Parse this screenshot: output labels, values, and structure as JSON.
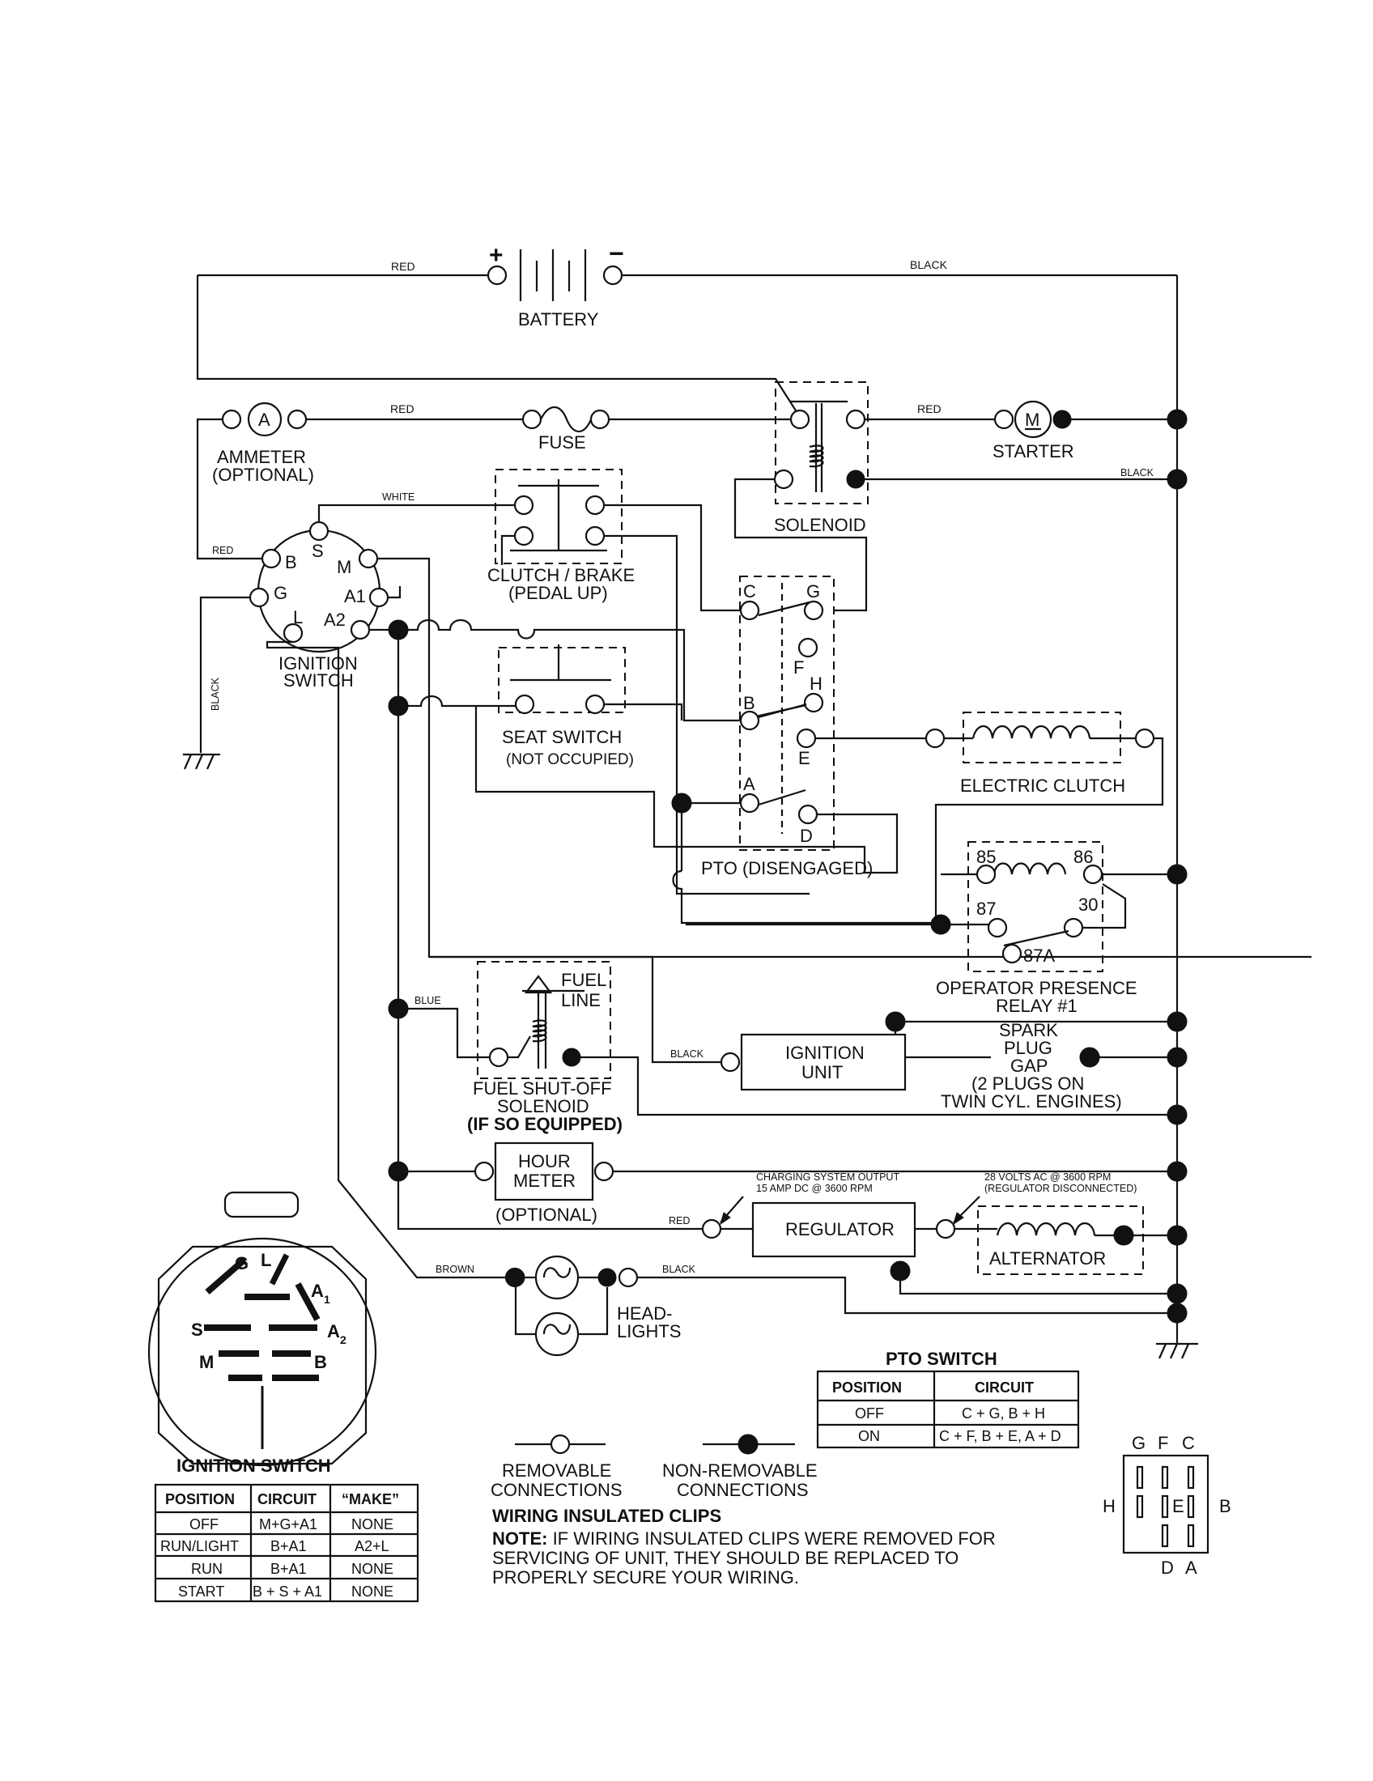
{
  "wire_colors": {
    "red_top": "RED",
    "black_top": "BLACK",
    "red_fuse": "RED",
    "red_starter": "RED",
    "black_solenoid": "BLACK",
    "white": "WHITE",
    "red_ign": "RED",
    "black_ground": "BLACK",
    "blue": "BLUE",
    "black_ign_unit": "BLACK",
    "red_reg": "RED",
    "brown": "BROWN",
    "black_lights": "BLACK"
  },
  "components": {
    "battery": "BATTERY",
    "battery_plus": "+",
    "battery_minus": "−",
    "ammeter": [
      "AMMETER",
      "(OPTIONAL)"
    ],
    "ammeter_symbol": "A",
    "fuse": "FUSE",
    "solenoid": "SOLENOID",
    "starter": "STARTER",
    "starter_symbol": "M",
    "clutch_brake": [
      "CLUTCH / BRAKE",
      "(PEDAL UP)"
    ],
    "ignition_switch": [
      "IGNITION",
      "SWITCH"
    ],
    "ign_terminals": {
      "B": "B",
      "S": "S",
      "M": "M",
      "G": "G",
      "A1": "A1",
      "L": "L",
      "A2": "A2"
    },
    "seat_switch": [
      "SEAT SWITCH",
      "(NOT OCCUPIED)"
    ],
    "pto_terminals": {
      "C": "C",
      "G": "G",
      "F": "F",
      "H": "H",
      "B": "B",
      "E": "E",
      "A": "A",
      "D": "D"
    },
    "pto_label": "PTO (DISENGAGED)",
    "electric_clutch": "ELECTRIC CLUTCH",
    "relay_terminals": {
      "t85": "85",
      "t86": "86",
      "t87": "87",
      "t30": "30",
      "t87a": "87A"
    },
    "relay": [
      "OPERATOR PRESENCE",
      "RELAY #1"
    ],
    "fuel_line": [
      "FUEL",
      "LINE"
    ],
    "fuel_solenoid": [
      "FUEL SHUT-OFF",
      "SOLENOID",
      "(IF SO EQUIPPED)"
    ],
    "ignition_unit": [
      "IGNITION",
      "UNIT"
    ],
    "spark_plug": [
      "SPARK",
      "PLUG",
      "GAP",
      "(2 PLUGS ON",
      "TWIN CYL. ENGINES)"
    ],
    "hour_meter": [
      "HOUR",
      "METER"
    ],
    "hour_meter_optional": "(OPTIONAL)",
    "charging_output": [
      "CHARGING SYSTEM OUTPUT",
      "15 AMP DC @ 3600 RPM"
    ],
    "ac_output": [
      "28 VOLTS AC @ 3600 RPM",
      "(REGULATOR DISCONNECTED)"
    ],
    "regulator": "REGULATOR",
    "alternator": "ALTERNATOR",
    "headlights": [
      "HEAD-",
      "LIGHTS"
    ]
  },
  "ign_switch_face": {
    "G": "G",
    "L": "L",
    "A1": "A",
    "A1_sub": "1",
    "S": "S",
    "A2": "A",
    "A2_sub": "2",
    "M": "M",
    "B": "B"
  },
  "ignition_table": {
    "title": "IGNITION SWITCH",
    "headers": [
      "POSITION",
      "CIRCUIT",
      "“MAKE”"
    ],
    "rows": [
      [
        "OFF",
        "M+G+A1",
        "NONE"
      ],
      [
        "RUN/LIGHT",
        "B+A1",
        "A2+L"
      ],
      [
        "RUN",
        "B+A1",
        "NONE"
      ],
      [
        "START",
        "B + S + A1",
        "NONE"
      ]
    ]
  },
  "pto_table": {
    "title": "PTO SWITCH",
    "headers": [
      "POSITION",
      "CIRCUIT"
    ],
    "rows": [
      [
        "OFF",
        "C + G, B + H"
      ],
      [
        "ON",
        "C + F, B + E, A + D"
      ]
    ]
  },
  "pto_face": {
    "top": [
      "G",
      "F",
      "C"
    ],
    "left": "H",
    "mid": "E",
    "right": "B",
    "bottom": [
      "D",
      "A"
    ]
  },
  "legend": {
    "removable": [
      "REMOVABLE",
      "CONNECTIONS"
    ],
    "non_removable": [
      "NON-REMOVABLE",
      "CONNECTIONS"
    ]
  },
  "clips_title": "WIRING INSULATED CLIPS",
  "note_label": "NOTE:",
  "note_lines": [
    " IF WIRING INSULATED CLIPS WERE REMOVED FOR",
    "SERVICING OF UNIT, THEY SHOULD BE REPLACED TO",
    "PROPERLY SECURE YOUR WIRING."
  ]
}
